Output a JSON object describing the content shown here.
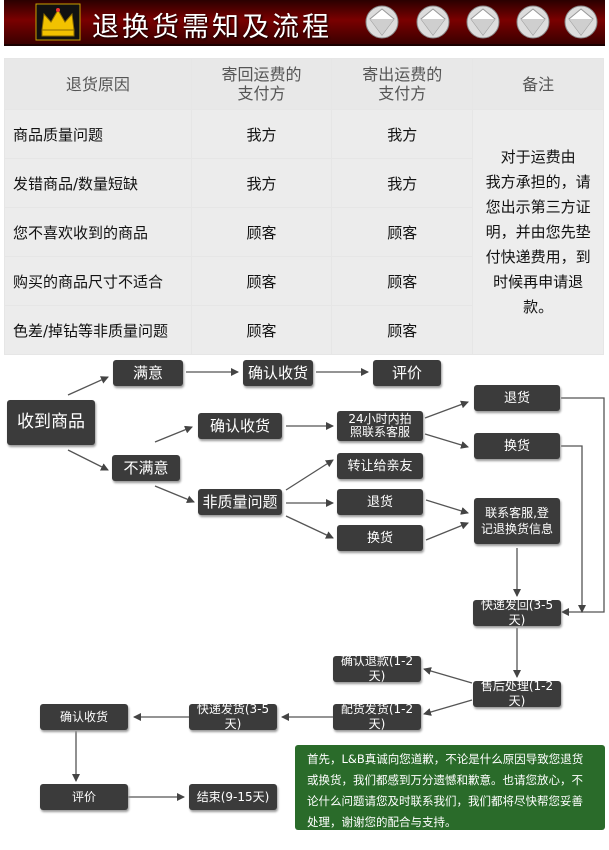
{
  "banner": {
    "title": "退换货需知及流程",
    "crown_icon": "crown-icon",
    "diamond_icon": "diamond-icon"
  },
  "table": {
    "headers": [
      "退货原因",
      "寄回运费的\n支付方",
      "寄出运费的\n支付方",
      "备注"
    ],
    "rows": [
      {
        "reason": "商品质量问题",
        "return_pay": "我方",
        "send_pay": "我方"
      },
      {
        "reason": "发错商品/数量短缺",
        "return_pay": "我方",
        "send_pay": "我方"
      },
      {
        "reason": "您不喜欢收到的商品",
        "return_pay": "顾客",
        "send_pay": "顾客"
      },
      {
        "reason": "购买的商品尺寸不适合",
        "return_pay": "顾客",
        "send_pay": "顾客"
      },
      {
        "reason": "色差/掉钻等非质量问题",
        "return_pay": "顾客",
        "send_pay": "顾客"
      }
    ],
    "note": "对于运费由\n我方承担的，请\n您出示第三方证\n明，并由您先垫\n付快递费用，到\n时候再申请退款。"
  },
  "flow": {
    "received": "收到商品",
    "satisfied": "满意",
    "confirm_receipt_1": "确认收货",
    "review": "评价",
    "unsatisfied": "不满意",
    "confirm_receipt_2": "确认收货",
    "photo_contact": "24小时内拍\n照联系客服",
    "return_1": "退货",
    "exchange_1": "换货",
    "non_quality": "非质量问题",
    "transfer_friend": "转让给亲友",
    "return_2": "退货",
    "exchange_2": "换货",
    "contact_register": "联系客服,登\n记退换货信息",
    "express_back": "快递发回(3-5天)",
    "after_sale": "售后处理(1-2天)",
    "confirm_refund": "确认退款(1-2天)",
    "dispatch": "配货发货(1-2天)",
    "express_send": "快递发货(3-5天)",
    "confirm_receipt_3": "确认收货",
    "review_2": "评价",
    "end": "结束(9-15天)"
  },
  "notice": "首先，L&B真诚向您道歉，不论是什么原因导致您退货或换货，我们都感到万分遗憾和歉意。也请您放心，不论什么问题请您及时联系我们，我们都将尽快帮您妥善处理，谢谢您的配合与支持。",
  "colors": {
    "banner": "#7a0000",
    "box": "#3b3b3b",
    "notice_bg": "#2a6b2a"
  }
}
